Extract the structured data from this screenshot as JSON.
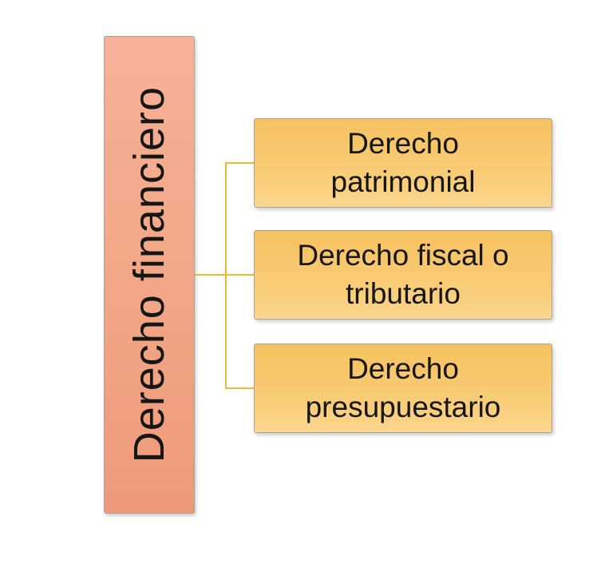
{
  "diagram": {
    "title": "Derecho financiero hierarchy",
    "root": {
      "label": "Derecho financiero"
    },
    "children": [
      {
        "label": "Derecho patrimonial",
        "lines": [
          "Derecho",
          "patrimonial"
        ]
      },
      {
        "label": "Derecho fiscal o tributario",
        "lines": [
          "Derecho fiscal o",
          "tributario"
        ]
      },
      {
        "label": "Derecho presupuestario",
        "lines": [
          "Derecho",
          "presupuestario"
        ]
      }
    ],
    "colors": {
      "root_fill_top": "#f6b197",
      "root_fill_bottom": "#ee9a7a",
      "child_fill_top": "#f6c160",
      "child_fill_bottom": "#fbd68f",
      "connector": "#ecbb33",
      "border": "#aba395",
      "text": "#161616",
      "background": "#ffffff"
    }
  }
}
